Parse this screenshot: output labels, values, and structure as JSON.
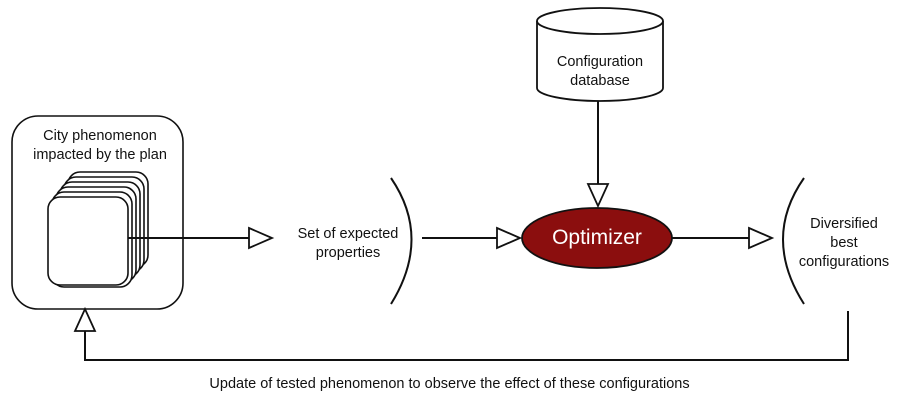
{
  "diagram": {
    "city_phenomenon": {
      "line1": "City phenomenon",
      "line2": "impacted by the plan"
    },
    "configuration_db": {
      "line1": "Configuration",
      "line2": "database"
    },
    "expected_properties": {
      "line1": "Set of expected",
      "line2": "properties"
    },
    "optimizer": {
      "label": "Optimizer",
      "fill": "#8b0e0e"
    },
    "diversified": {
      "line1": "Diversified",
      "line2": "best",
      "line3": "configurations"
    },
    "feedback_label": "Update of tested phenomenon to  observe the effect of these configurations"
  }
}
